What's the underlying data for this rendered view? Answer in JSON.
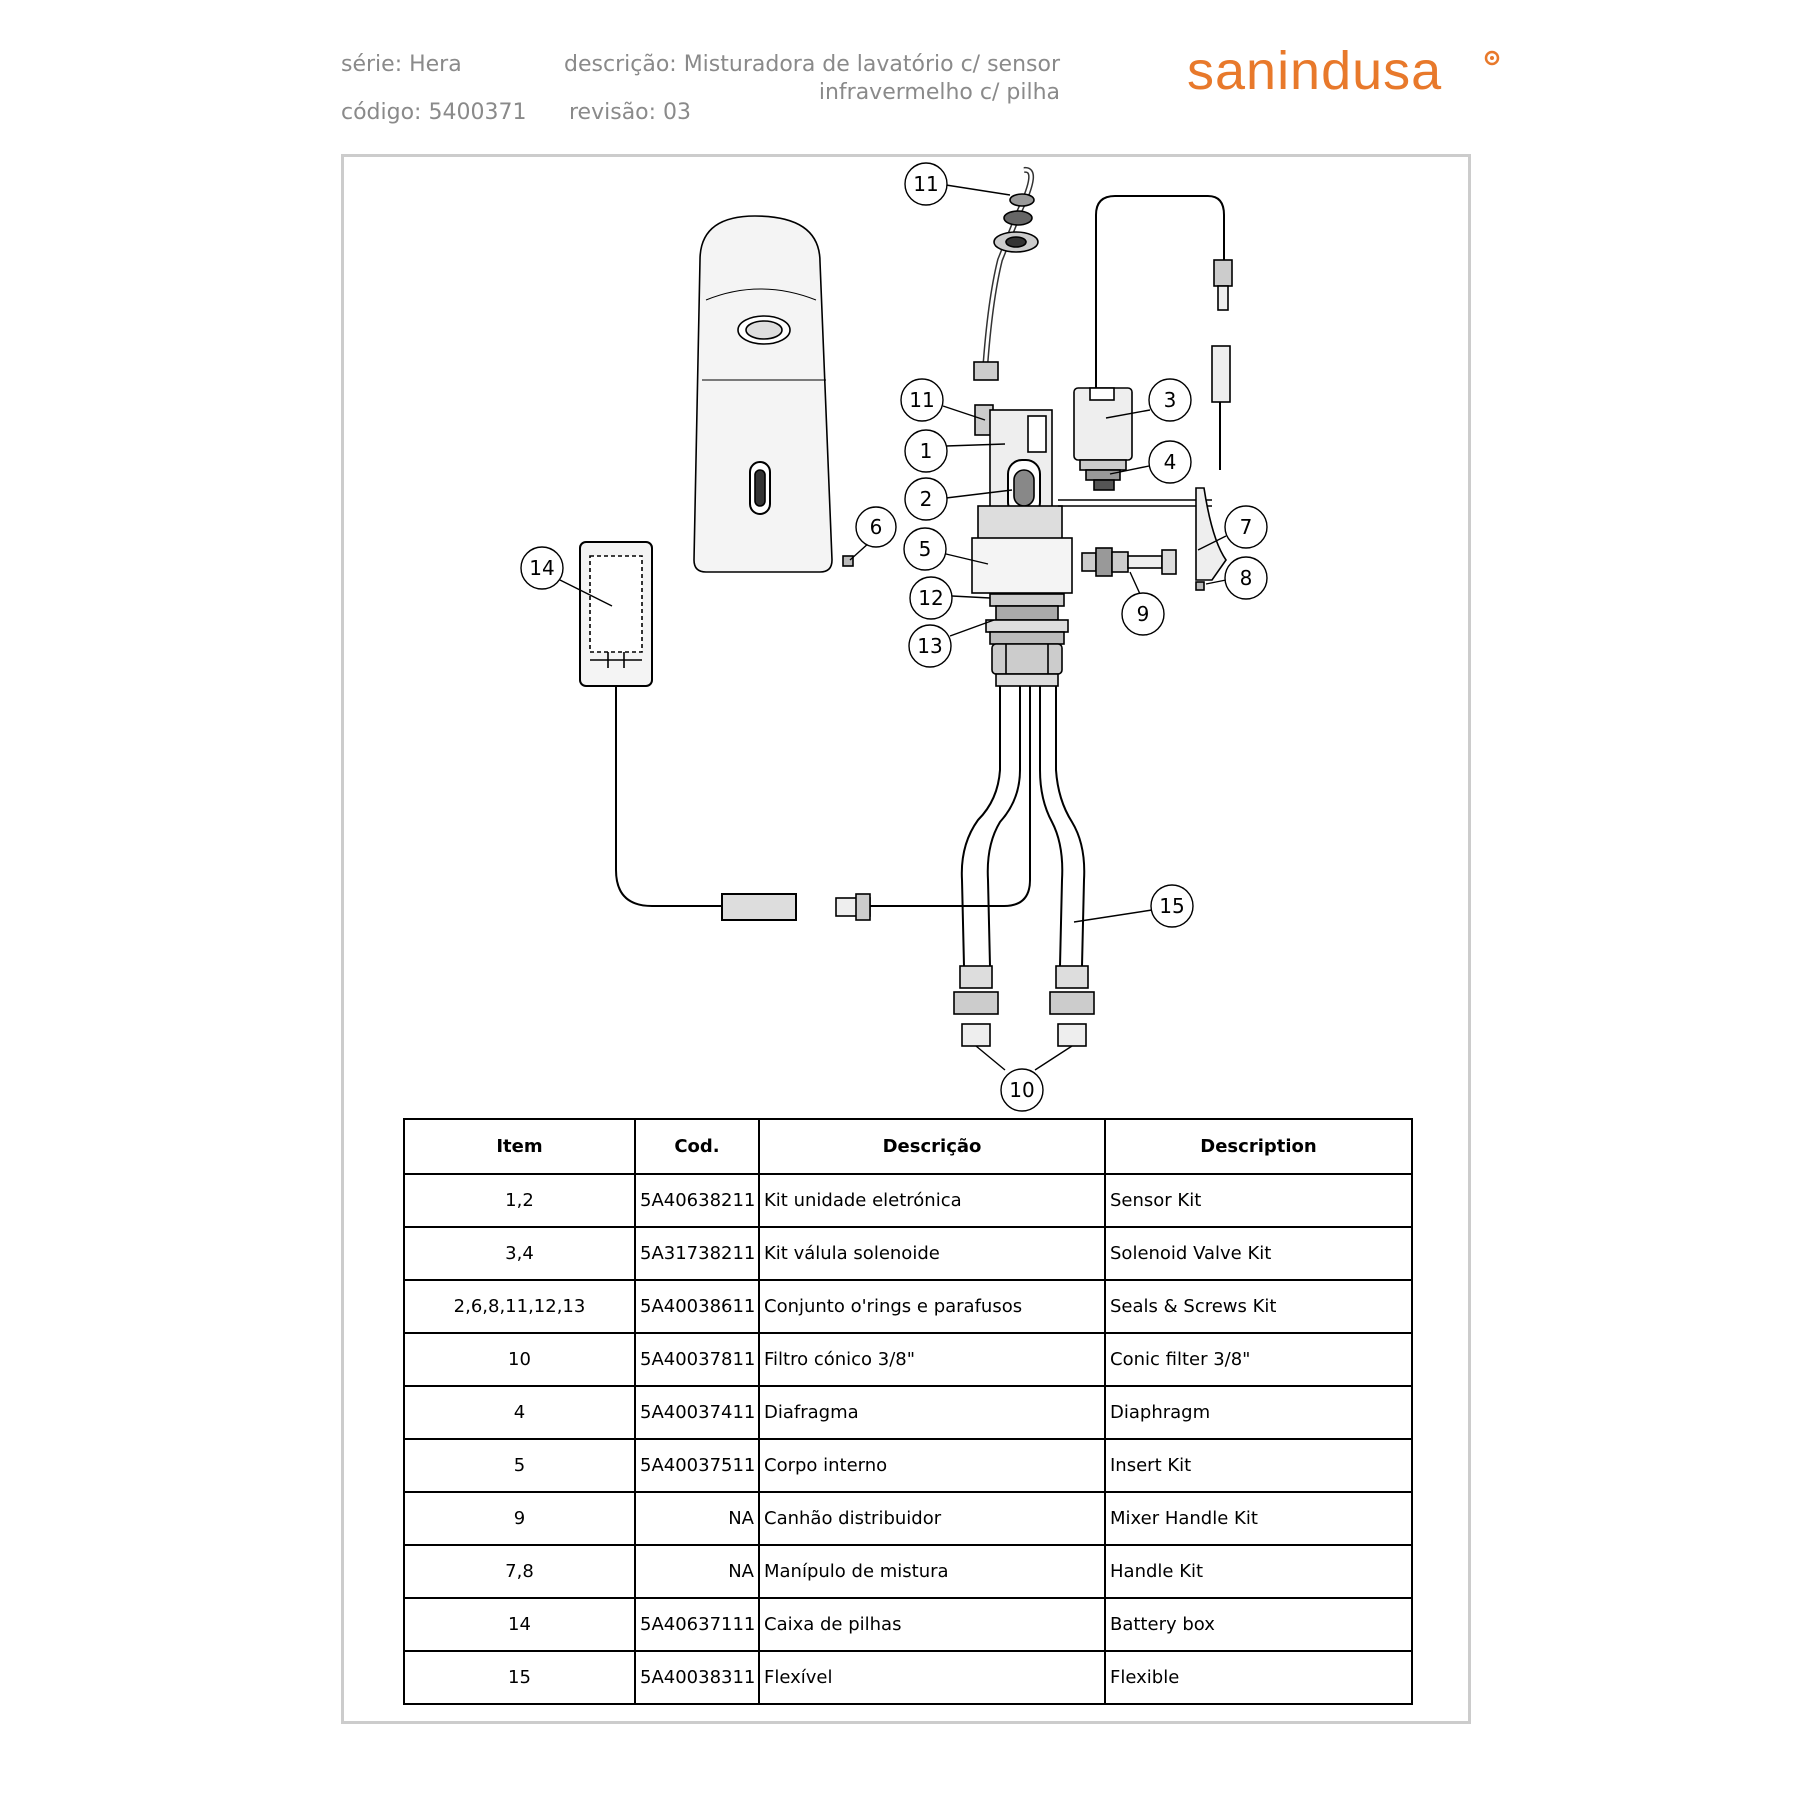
{
  "header": {
    "serie": "série: Hera",
    "codigo": "código: 5400371",
    "descricao_line1": "descrição: Misturadora de lavatório c/ sensor",
    "descricao_line2": "infravermelho c/ pilha",
    "revisao": "revisão: 03",
    "logo_text": "sanindusa"
  },
  "colors": {
    "brand": "#e8792b",
    "header_text": "#8a8a8a",
    "frame_border": "#cccccc"
  },
  "callouts": [
    "11",
    "11",
    "1",
    "2",
    "3",
    "4",
    "5",
    "6",
    "7",
    "8",
    "9",
    "10",
    "12",
    "13",
    "14",
    "15"
  ],
  "table": {
    "headers": [
      "Item",
      "Cod.",
      "Descrição",
      "Description"
    ],
    "rows": [
      [
        "1,2",
        "5A40638211",
        "Kit unidade eletrónica",
        "Sensor Kit"
      ],
      [
        "3,4",
        "5A31738211",
        "Kit válula solenoide",
        "Solenoid Valve Kit"
      ],
      [
        "2,6,8,11,12,13",
        "5A40038611",
        "Conjunto o'rings e parafusos",
        "Seals & Screws Kit"
      ],
      [
        "10",
        "5A40037811",
        "Filtro cónico 3/8\"",
        "Conic filter 3/8\""
      ],
      [
        "4",
        "5A40037411",
        "Diafragma",
        "Diaphragm"
      ],
      [
        "5",
        "5A40037511",
        "Corpo interno",
        "Insert  Kit"
      ],
      [
        "9",
        "NA",
        "Canhão distribuidor",
        "Mixer Handle Kit"
      ],
      [
        "7,8",
        "NA",
        "Manípulo de mistura",
        "Handle Kit"
      ],
      [
        "14",
        "5A40637111",
        "Caixa de pilhas",
        "Battery box"
      ],
      [
        "15",
        "5A40038311",
        "Flexível",
        "Flexible"
      ]
    ]
  }
}
